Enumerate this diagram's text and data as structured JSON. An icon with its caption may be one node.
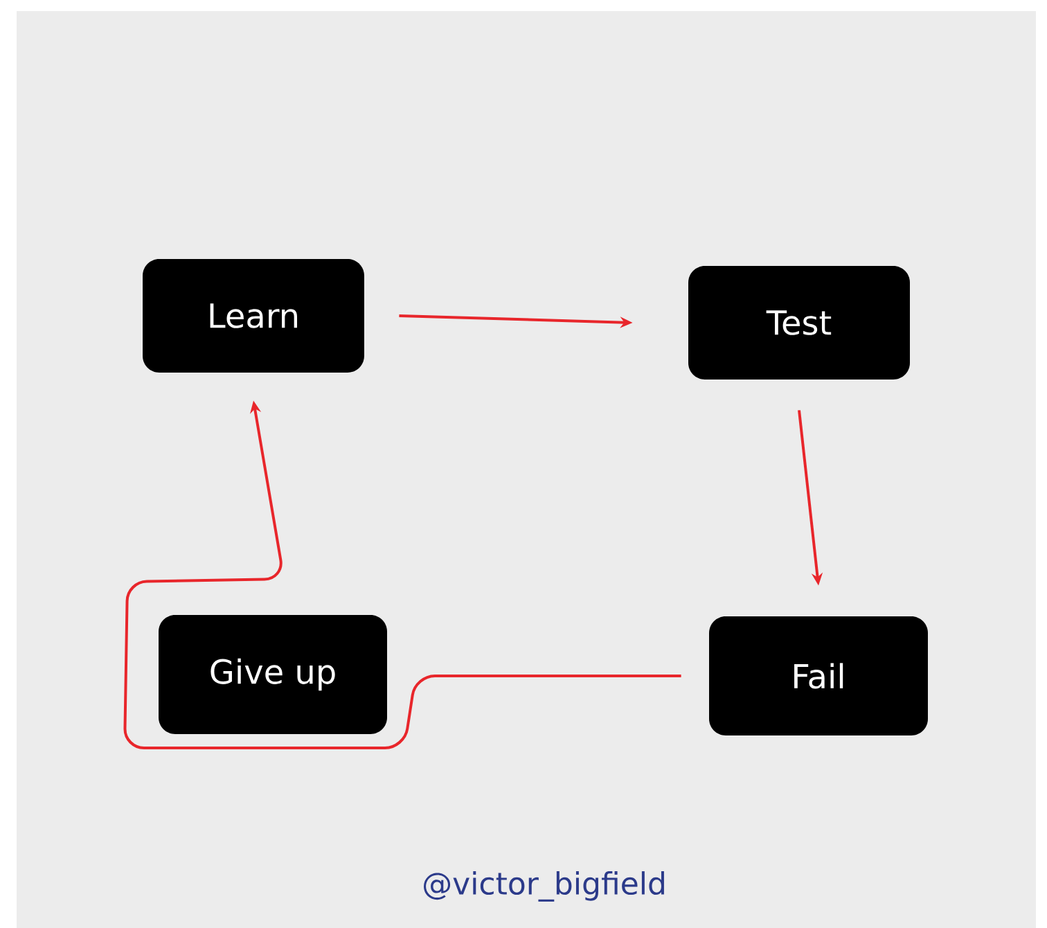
{
  "diagram": {
    "nodes": [
      {
        "text": [
          "Learn"
        ]
      },
      {
        "text": [
          "Test"
        ]
      },
      {
        "text": [
          "Give up"
        ]
      },
      {
        "text": [
          "Fail"
        ]
      }
    ],
    "edges": [
      {
        "from": 0,
        "to": 1,
        "arrow": "to"
      },
      {
        "from": 1,
        "to": 3,
        "arrow": "to"
      },
      {
        "from": 3,
        "to": 0,
        "arrow": "to"
      }
    ],
    "labels": [
      "@victor_bigfield"
    ]
  }
}
